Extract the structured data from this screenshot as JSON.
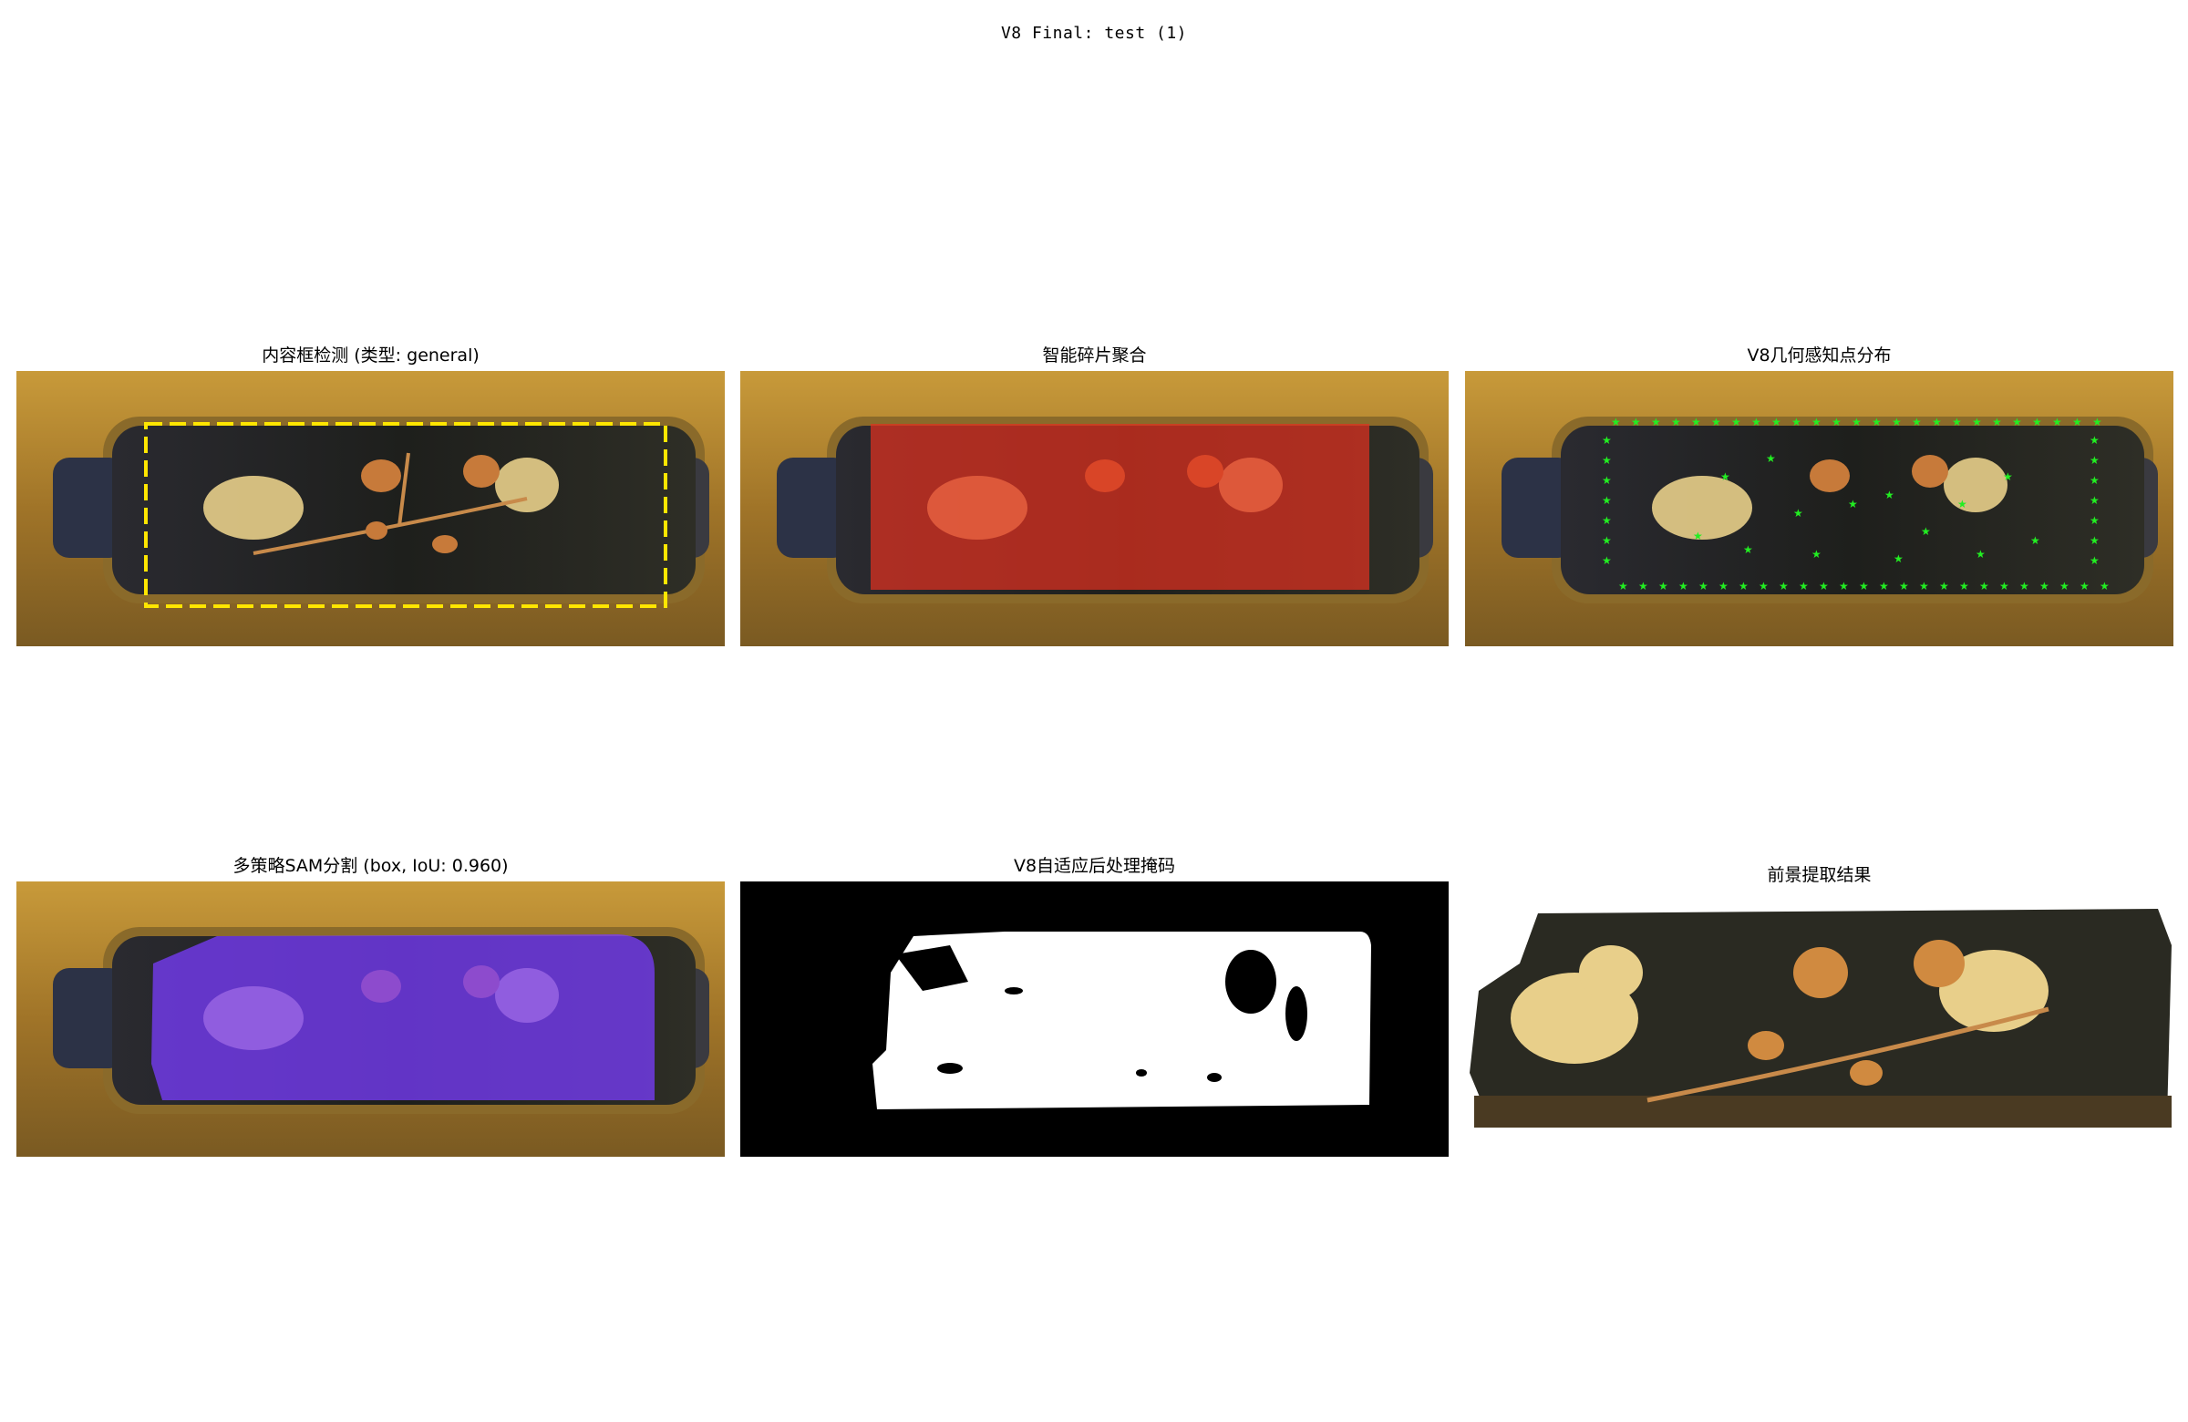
{
  "figure": {
    "title": "V8 Final: test (1)"
  },
  "panels": [
    {
      "title": "内容框检测 (类型: general)",
      "icon": "box-detection-image"
    },
    {
      "title": "智能碎片聚合",
      "icon": "fragment-aggregation-image"
    },
    {
      "title": "V8几何感知点分布",
      "icon": "point-distribution-image"
    },
    {
      "title": "多策略SAM分割 (box, IoU: 0.960)",
      "icon": "sam-segmentation-image"
    },
    {
      "title": "V8自适应后处理掩码",
      "icon": "mask-image"
    },
    {
      "title": "前景提取结果",
      "icon": "foreground-extraction-image"
    }
  ],
  "colors": {
    "box_dash": "#ffe600",
    "aggregation_overlay": "#e03020",
    "points": "#22ee22",
    "sam_overlay": "#7a3cff",
    "mask_bg": "#000000",
    "mask_fg": "#ffffff"
  }
}
